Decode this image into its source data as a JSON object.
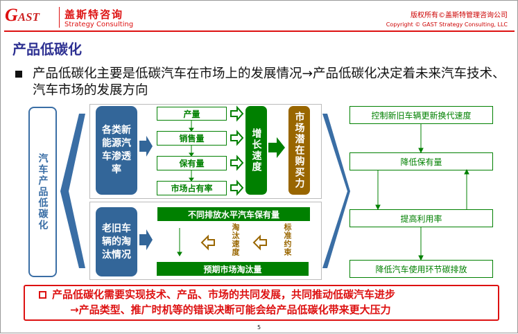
{
  "header": {
    "logo_text": "GAST",
    "company_cn": "盖斯特咨询",
    "company_en": "Strategy Consulting",
    "copyright_cn": "版权所有©盖斯特管理咨询公司",
    "copyright_en": "Copyright © GAST Strategy Consulting, LLC"
  },
  "title": "产品低碳化",
  "bullet": "产品低碳化主要是低碳汽车在市场上的发展情况→产品低碳化决定着未来汽车技术、汽车市场的发展方向",
  "diagram": {
    "left_label": "汽车产品低碳化",
    "top": {
      "source": "各类新能源汽车渗透率",
      "metrics": [
        "产量",
        "销售量",
        "保有量",
        "市场占有率"
      ],
      "growth": "增长速度",
      "result": "市场潜在购买力"
    },
    "bottom": {
      "source": "老旧车辆的淘汰情况",
      "top_bar": "不同排放水平汽车保有量",
      "bottom_bar": "预期市场淘汰量",
      "speed": "淘汰速度",
      "constraint": "标准约束"
    },
    "right": [
      "控制新旧车辆更新换代速度",
      "降低保有量",
      "提高利用率",
      "降低汽车使用环节碳排放"
    ]
  },
  "banner": {
    "line1": "产品低碳化需要实现技术、产品、市场的共同发展，共同推动低碳汽车进步",
    "line2": "→产品类型、推广时机等的错误决断可能会给产品低碳化带来更大压力"
  },
  "page_number": "5",
  "colors": {
    "red": "#dd1111",
    "blue": "#336699",
    "green": "#008000",
    "brown": "#996600",
    "title": "#2e3192"
  }
}
